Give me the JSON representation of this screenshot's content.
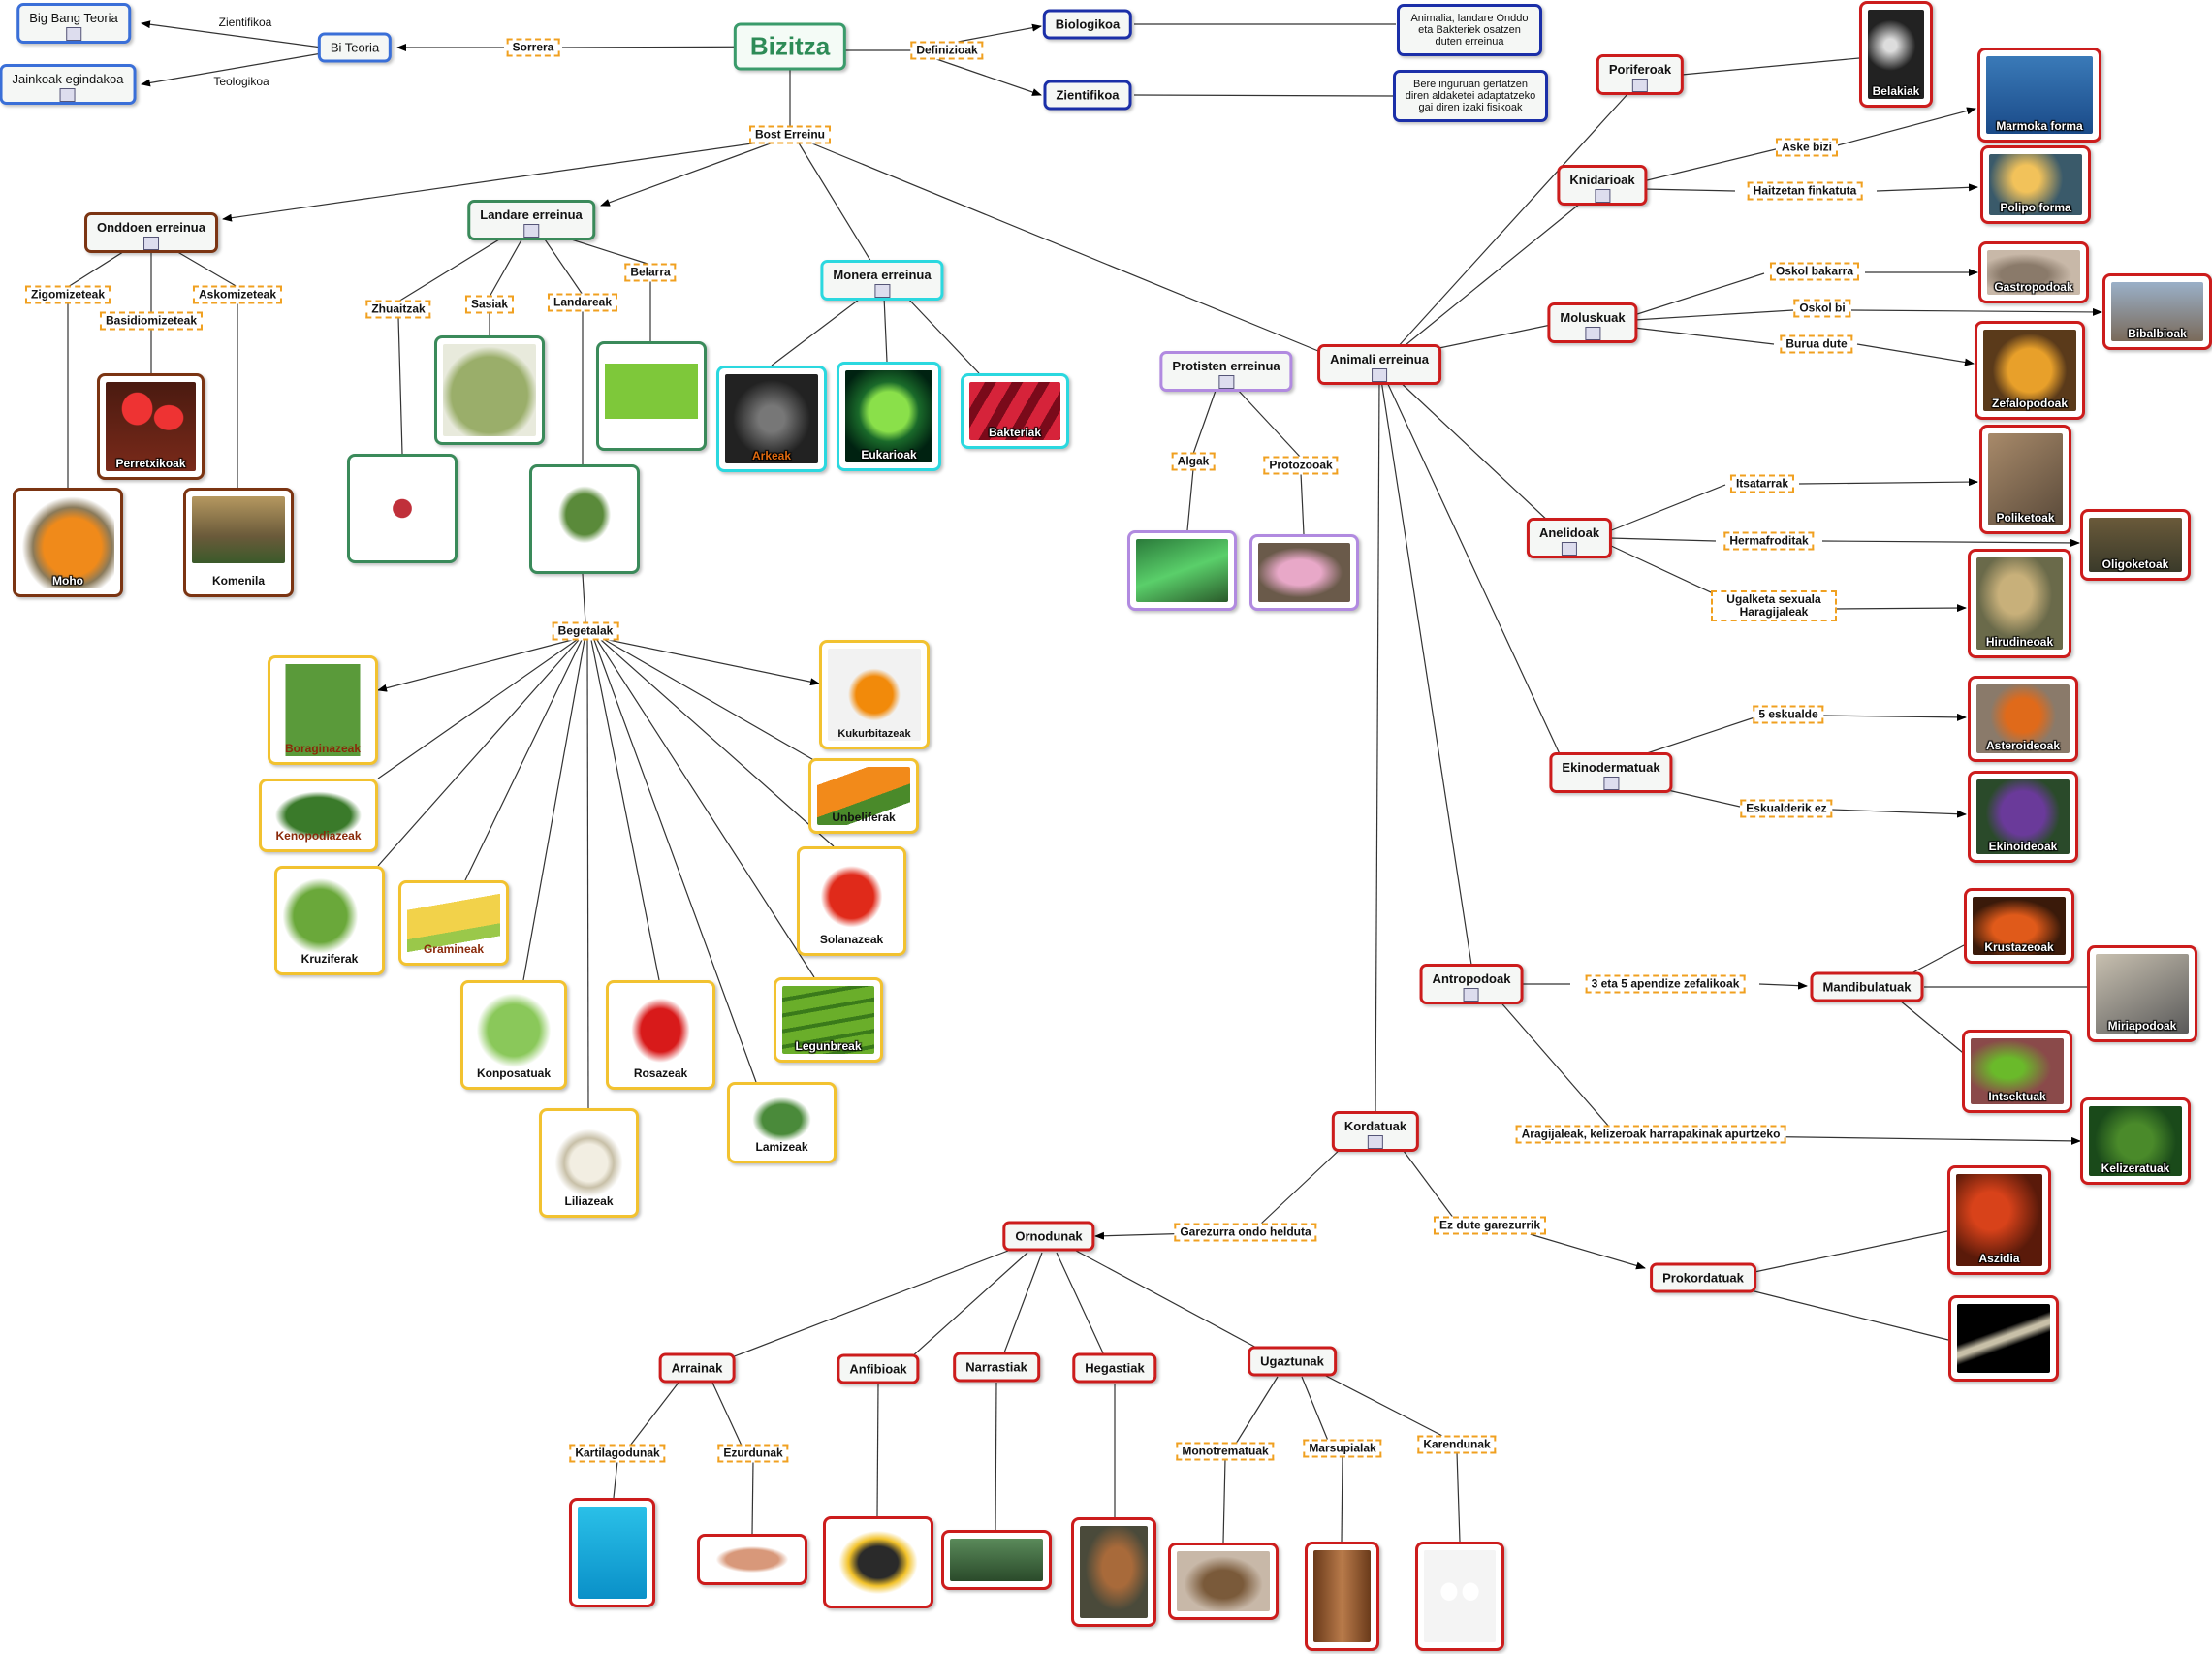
{
  "title": "Bizitza",
  "nodes": {
    "bi_teoria": "Bi Teoria",
    "big_bang": "Big Bang Teoria",
    "jainkoak": "Jainkoak egindakoa",
    "biologikoa": "Biologikoa",
    "zientifikoa": "Zientifikoa",
    "biologikoa_def": "Animalia, landare Onddo eta Bakteriek osatzen duten erreinua",
    "zientifikoa_def": "Bere inguruan gertatzen diren aldaketei adaptatzeko gai diren izaki fisikoak",
    "onddoen": "Onddoen erreinua",
    "landare": "Landare erreinua",
    "monera": "Monera erreinua",
    "protisten": "Protisten erreinua",
    "animali": "Animali erreinua",
    "poriferoak": "Poriferoak",
    "knidarioak": "Knidarioak",
    "moluskuak": "Moluskuak",
    "anelidoak": "Anelidoak",
    "ekinodermatuak": "Ekinodermatuak",
    "antropodoak": "Antropodoak",
    "mandibulatuak": "Mandibulatuak",
    "kordatuak": "Kordatuak",
    "ornodunak": "Ornodunak",
    "prokordatuak": "Prokordatuak",
    "arrainak": "Arrainak",
    "anfibioak": "Anfibioak",
    "narrastiak": "Narrastiak",
    "hegastiak": "Hegastiak",
    "ugaztunak": "Ugaztunak"
  },
  "labels": {
    "zientifikoa_link": "Zientifikoa",
    "teologikoa_link": "Teologikoa",
    "sorrera": "Sorrera",
    "definizioak": "Definizioak",
    "bost_erreinu": "Bost Erreinu",
    "zigomizeteak": "Zigomizeteak",
    "basidiomizeteak": "Basidiomizeteak",
    "askomizeteak": "Askomizeteak",
    "zhuaitzak": "Zhuaitzak",
    "sasiak": "Sasiak",
    "landareak": "Landareak",
    "belarra": "Belarra",
    "begetalak": "Begetalak",
    "algak": "Algak",
    "protozooak": "Protozooak",
    "aske_bizi": "Aske bizi",
    "haitzetan": "Haitzetan finkatuta",
    "oskol_bakarra": "Oskol bakarra",
    "oskol_bi": "Oskol bi",
    "burua_dute": "Burua dute",
    "itsatarrak": "Itsatarrak",
    "hermafroditak": "Hermafroditak",
    "ugalketa": "Ugalketa sexuala Haragijaleak",
    "bost_eskualde": "5 eskualde",
    "eskualderik_ez": "Eskualderik ez",
    "apendize": "3 eta 5 apendize zefalikoak",
    "aragijaleak": "Aragijaleak, kelizeroak harrapakinak apurtzeko",
    "garezurra": "Garezurra ondo helduta",
    "ez_dute": "Ez dute garezurrik",
    "kartilagodunak": "Kartilagodunak",
    "ezurdunak": "Ezurdunak",
    "monotrematuak": "Monotrematuak",
    "marsupialak": "Marsupialak",
    "karendunak": "Karendunak"
  },
  "pictures": {
    "perretxikoak": "Perretxikoak",
    "moho": "Moho",
    "komenila": "Komenila",
    "arkeak": "Arkeak",
    "eukarioak": "Eukarioak",
    "bakteriak": "Bakteriak",
    "belakiak": "Belakiak",
    "marmoka": "Marmoka forma",
    "polipo": "Polipo forma",
    "gastropodoak": "Gastropodoak",
    "bibalbioak": "Bibalbioak",
    "zefalopodoak": "Zefalopodoak",
    "poliketoak": "Poliketoak",
    "oligoketoak": "Oligoketoak",
    "hirudineoak": "Hirudineoak",
    "asteroideoak": "Asteroideoak",
    "ekinoideoak": "Ekinoideoak",
    "krustazeoak": "Krustazeoak",
    "miriapodoak": "Miriapodoak",
    "intsektuak": "Intsektuak",
    "kelizeratuak": "Kelizeratuak",
    "aszidia": "Aszidia",
    "boraginazeak": "Boraginazeak",
    "kenopodiazeak": "Kenopodiazeak",
    "kruziferak": "Kruziferak",
    "graminеak": "Gramineak",
    "konposatuak": "Konposatuak",
    "rosazeak": "Rosazeak",
    "liliazeak": "Liliazeak",
    "lamizeak": "Lamizeak",
    "legunbreak": "Legunbreak",
    "solanazeak": "Solanazeak",
    "unbeliferak": "Unbeliferak",
    "kukurbitazeak": "Kukurbitazeak"
  },
  "colors": {
    "fungi": "#7b3412",
    "plants": "#3a8a5a",
    "monera": "#2bd8df",
    "protists": "#b18ae0",
    "animals": "#cc1c1c",
    "vegetables": "#f2c230",
    "label_border": "#f0a020",
    "root_text": "#2e8b57"
  }
}
